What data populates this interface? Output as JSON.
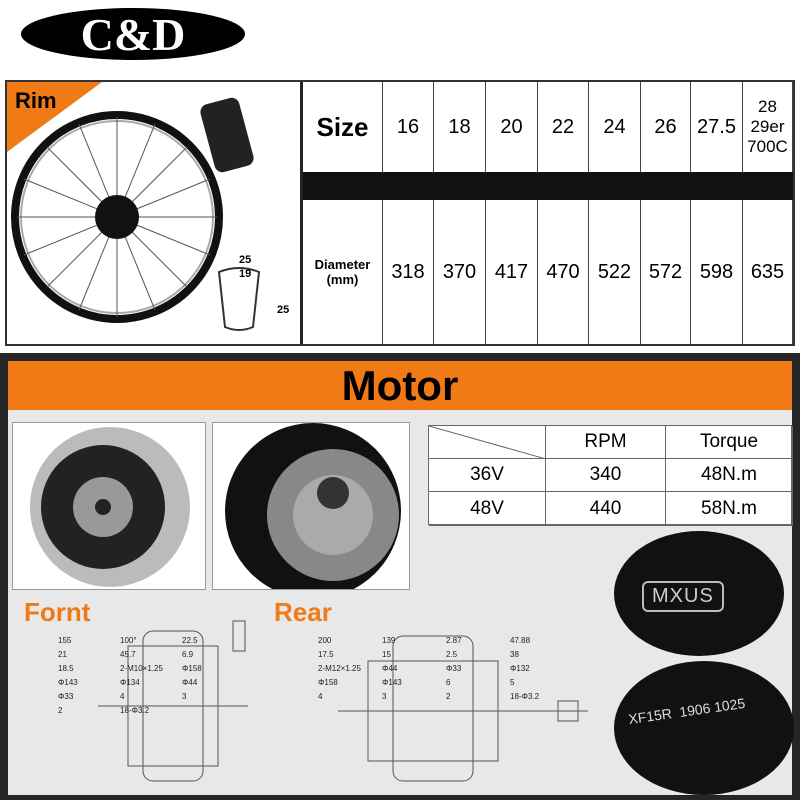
{
  "brand": {
    "logo_text": "C&D"
  },
  "rim": {
    "label": "Rim",
    "profile_dims": {
      "outer_width": "25",
      "inner_width": "19",
      "height": "25"
    },
    "size_label": "Size",
    "sizes": [
      "16",
      "18",
      "20",
      "22",
      "24",
      "26",
      "27.5",
      "28\n29er\n700C"
    ],
    "diameter_label": "Diameter\n(mm)",
    "diameters": [
      "318",
      "370",
      "417",
      "470",
      "522",
      "572",
      "598",
      "635"
    ]
  },
  "motor": {
    "title": "Motor",
    "table": {
      "headers": [
        "",
        "RPM",
        "Torque"
      ],
      "rows": [
        [
          "36V",
          "340",
          "48N.m"
        ],
        [
          "48V",
          "440",
          "58N.m"
        ]
      ]
    },
    "badge_brand": "MXUS",
    "badge_serial": "XF15R  1906 1025",
    "front": {
      "title": "Fornt",
      "dims": [
        "155",
        "100°",
        "22.5",
        "21",
        "45.7",
        "6.9",
        "18.5",
        "2-M10×1.25",
        "Φ158",
        "Φ143",
        "Φ134",
        "Φ44",
        "Φ33",
        "4",
        "3",
        "2",
        "18-Φ3.2"
      ]
    },
    "rear": {
      "title": "Rear",
      "dims": [
        "200",
        "139",
        "2.87",
        "47.88",
        "17.5",
        "15",
        "2.5",
        "38",
        "2-M12×1.25",
        "Φ44",
        "Φ33",
        "Φ132",
        "Φ158",
        "Φ143",
        "6",
        "5",
        "4",
        "3",
        "2",
        "18-Φ3.2"
      ]
    }
  },
  "colors": {
    "accent": "#ef7a16",
    "frame": "#262626"
  }
}
